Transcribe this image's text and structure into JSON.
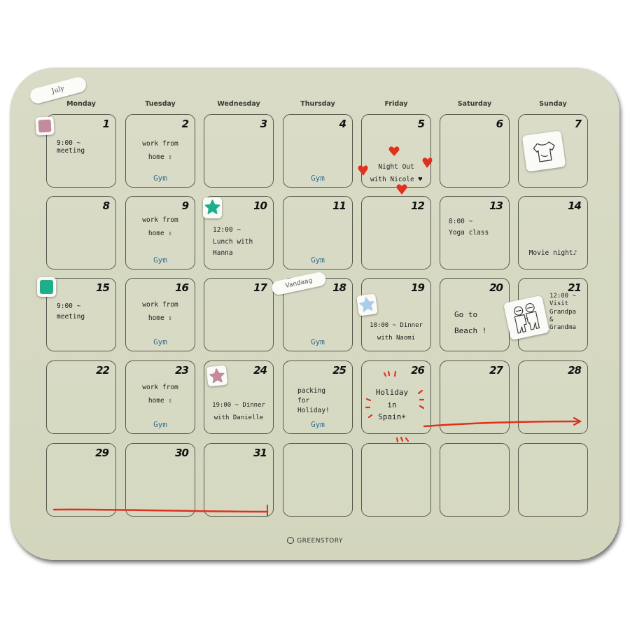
{
  "month_tag": "July",
  "today_tag": "Vandaag",
  "brand": "GREENSTORY",
  "colors": {
    "board": "#d5d8c0",
    "cell_border": "#55584a",
    "ink_black": "#111111",
    "ink_blue": "#2f6e8e",
    "ink_red": "#e0301e",
    "magnet_pink": "#c48b9f",
    "magnet_green": "#1fae8a",
    "magnet_light_blue": "#a9cdea"
  },
  "days": [
    "Monday",
    "Tuesday",
    "Wednesday",
    "Thursday",
    "Friday",
    "Saturday",
    "Sunday"
  ],
  "weeks": [
    [
      {
        "day": "1",
        "note": "9:00 ~\nmeeting",
        "gym": ""
      },
      {
        "day": "2",
        "note": "work from\nhome ⇧",
        "gym": "Gym"
      },
      {
        "day": "3",
        "note": "",
        "gym": ""
      },
      {
        "day": "4",
        "note": "",
        "gym": "Gym"
      },
      {
        "day": "5",
        "note": "Night Out\nwith Nicole ♥",
        "gym": ""
      },
      {
        "day": "6",
        "note": "",
        "gym": ""
      },
      {
        "day": "7",
        "note": "",
        "gym": ""
      }
    ],
    [
      {
        "day": "8",
        "note": "",
        "gym": ""
      },
      {
        "day": "9",
        "note": "work from\nhome ⇧",
        "gym": "Gym"
      },
      {
        "day": "10",
        "note": "12:00 ~\nLunch with\nHanna",
        "gym": ""
      },
      {
        "day": "11",
        "note": "",
        "gym": "Gym"
      },
      {
        "day": "12",
        "note": "",
        "gym": ""
      },
      {
        "day": "13",
        "note": "8:00 ~\nYoga class",
        "gym": ""
      },
      {
        "day": "14",
        "note": "Movie night♪",
        "gym": ""
      }
    ],
    [
      {
        "day": "15",
        "note": "9:00 ~\nmeeting",
        "gym": ""
      },
      {
        "day": "16",
        "note": "work from\nhome ⇧",
        "gym": "Gym"
      },
      {
        "day": "17",
        "note": "",
        "gym": ""
      },
      {
        "day": "18",
        "note": "",
        "gym": "Gym"
      },
      {
        "day": "19",
        "note": "18:00 ~ Dinner\nwith Naomi",
        "gym": ""
      },
      {
        "day": "20",
        "note": "Go to\nBeach !",
        "gym": ""
      },
      {
        "day": "21",
        "note": "12:00 ~\nVisit\nGrandpa\n&\nGrandma",
        "gym": ""
      }
    ],
    [
      {
        "day": "22",
        "note": "",
        "gym": ""
      },
      {
        "day": "23",
        "note": "work from\nhome ⇧",
        "gym": "Gym"
      },
      {
        "day": "24",
        "note": "19:00 ~ Dinner\nwith Danielle",
        "gym": ""
      },
      {
        "day": "25",
        "note": "packing\nfor\nHoliday!",
        "gym": "Gym"
      },
      {
        "day": "26",
        "note": "Holiday\nin\nSpain☀",
        "gym": ""
      },
      {
        "day": "27",
        "note": "",
        "gym": ""
      },
      {
        "day": "28",
        "note": "",
        "gym": ""
      }
    ],
    [
      {
        "day": "29",
        "note": "",
        "gym": ""
      },
      {
        "day": "30",
        "note": "",
        "gym": ""
      },
      {
        "day": "31",
        "note": "",
        "gym": ""
      },
      {
        "day": "",
        "note": "",
        "gym": ""
      },
      {
        "day": "",
        "note": "",
        "gym": ""
      },
      {
        "day": "",
        "note": "",
        "gym": ""
      },
      {
        "day": "",
        "note": "",
        "gym": ""
      }
    ]
  ],
  "magnets": [
    {
      "type": "square",
      "color": "pink",
      "cell": "1"
    },
    {
      "type": "star",
      "color": "green",
      "cell": "10"
    },
    {
      "type": "square",
      "color": "green",
      "cell": "15"
    },
    {
      "type": "star",
      "color": "light-blue",
      "cell": "19"
    },
    {
      "type": "star",
      "color": "pink",
      "cell": "24"
    },
    {
      "type": "icon",
      "icon": "t-shirt-icon",
      "cell": "7"
    },
    {
      "type": "icon",
      "icon": "elderly-couple-icon",
      "cell": "21"
    }
  ]
}
